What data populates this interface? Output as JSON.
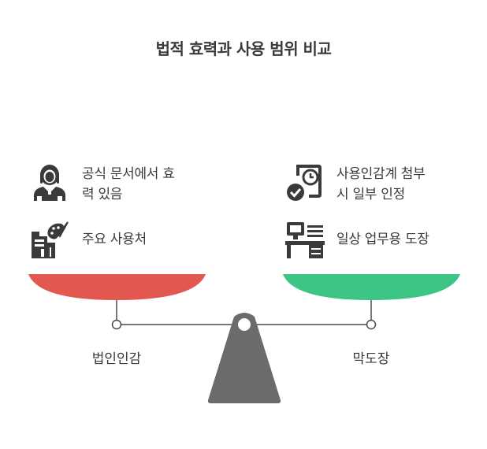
{
  "title": "법적 효력과 사용 범위 비교",
  "left": {
    "name": "법인인감",
    "pan_color": "#e2574f",
    "items": [
      {
        "icon": "lawyer-icon",
        "text": "공식 문서에서 효\n력 있음"
      },
      {
        "icon": "paint-tools-icon",
        "text": "주요 사용처"
      }
    ]
  },
  "right": {
    "name": "막도장",
    "pan_color": "#3cc585",
    "items": [
      {
        "icon": "document-clock-icon",
        "text": "사용인감계 첨부\n시 일부 인정"
      },
      {
        "icon": "office-desk-icon",
        "text": "일상 업무용 도장"
      }
    ]
  },
  "colors": {
    "stand": "#6b6b6b",
    "text": "#3a3a3a"
  }
}
